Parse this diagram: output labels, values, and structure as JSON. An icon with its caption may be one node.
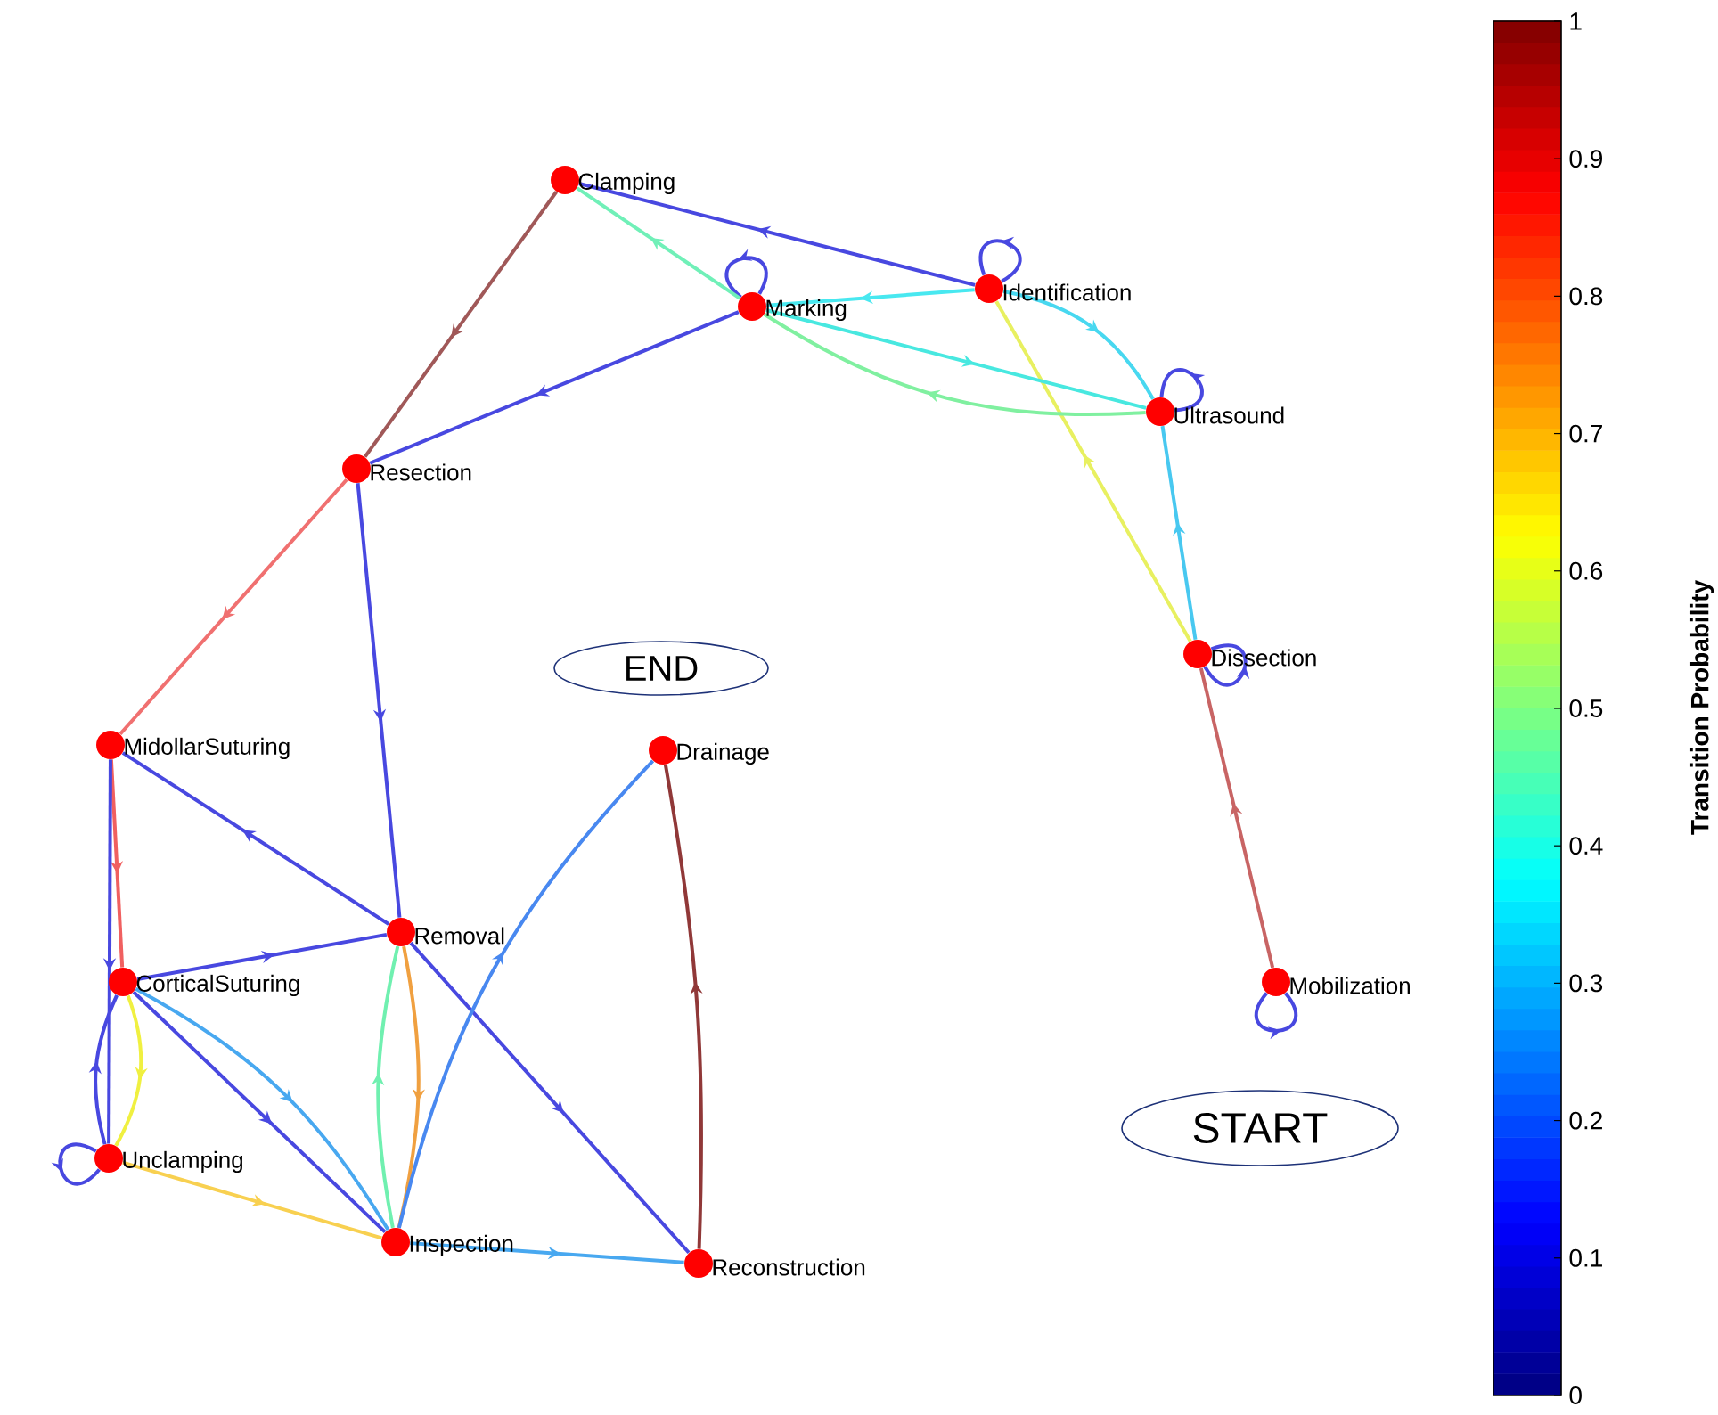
{
  "diagram": {
    "nodes": [
      {
        "text": [
          "Clamping"
        ]
      },
      {
        "text": [
          "Marking"
        ]
      },
      {
        "text": [
          "Identification"
        ]
      },
      {
        "text": [
          "Ultrasound"
        ]
      },
      {
        "text": [
          "Resection"
        ]
      },
      {
        "text": [
          "Dissection"
        ]
      },
      {
        "text": [
          "END"
        ]
      },
      {
        "text": [
          "MidollarSuturing"
        ]
      },
      {
        "text": [
          "Drainage"
        ]
      },
      {
        "text": [
          "Removal"
        ]
      },
      {
        "text": [
          "Mobilization"
        ]
      },
      {
        "text": [
          "CorticalSuturing"
        ]
      },
      {
        "text": [
          "START"
        ]
      },
      {
        "text": [
          "Unclamping"
        ]
      },
      {
        "text": [
          "Inspection"
        ]
      },
      {
        "text": [
          "Reconstruction"
        ]
      }
    ],
    "edges": [
      {
        "from": 10,
        "to": 5,
        "arrow": "to",
        "color": "#c86464"
      },
      {
        "from": 10,
        "to": 10,
        "arrow": "to"
      },
      {
        "from": 5,
        "to": 5,
        "arrow": "to"
      },
      {
        "from": 5,
        "to": 3,
        "arrow": "to",
        "color": "#48c8f0"
      },
      {
        "from": 5,
        "to": 2,
        "arrow": "to",
        "color": "#e8f060"
      },
      {
        "from": 3,
        "to": 3,
        "arrow": "to"
      },
      {
        "from": 2,
        "to": 2,
        "arrow": "to"
      },
      {
        "from": 2,
        "to": 3,
        "arrow": "to",
        "color": "#48d8f0"
      },
      {
        "from": 1,
        "to": 3,
        "arrow": "to",
        "color": "#48e8e0"
      },
      {
        "from": 3,
        "to": 1,
        "arrow": "to",
        "color": "#80f0a0"
      },
      {
        "from": 2,
        "to": 1,
        "arrow": "to",
        "color": "#48e8f0"
      },
      {
        "from": 1,
        "to": 1,
        "arrow": "to"
      },
      {
        "from": 1,
        "to": 0,
        "arrow": "to",
        "color": "#70f0b8"
      },
      {
        "from": 2,
        "to": 0,
        "arrow": "to"
      },
      {
        "from": 1,
        "to": 4,
        "arrow": "to"
      },
      {
        "from": 0,
        "to": 4,
        "arrow": "to",
        "color": "#a05858"
      },
      {
        "from": 4,
        "to": 7,
        "arrow": "to",
        "color": "#f07070"
      },
      {
        "from": 4,
        "to": 9,
        "arrow": "to"
      },
      {
        "from": 7,
        "to": 11,
        "arrow": "to",
        "color": "#f06060"
      },
      {
        "from": 7,
        "to": 13,
        "arrow": "to"
      },
      {
        "from": 9,
        "to": 7,
        "arrow": "to"
      },
      {
        "from": 11,
        "to": 9,
        "arrow": "to"
      },
      {
        "from": 11,
        "to": 13,
        "arrow": "to",
        "color": "#f0f040"
      },
      {
        "from": 13,
        "to": 11,
        "arrow": "to"
      },
      {
        "from": 13,
        "to": 13,
        "arrow": "to"
      },
      {
        "from": 11,
        "to": 14,
        "arrow": "to"
      },
      {
        "from": 11,
        "to": 14,
        "arrow": "to",
        "color": "#48a8f0"
      },
      {
        "from": 13,
        "to": 14,
        "arrow": "to",
        "color": "#f8d050"
      },
      {
        "from": 9,
        "to": 14,
        "arrow": "to",
        "color": "#f0a040"
      },
      {
        "from": 14,
        "to": 9,
        "arrow": "to",
        "color": "#70f0b0"
      },
      {
        "from": 9,
        "to": 15,
        "arrow": "to"
      },
      {
        "from": 14,
        "to": 8,
        "arrow": "to",
        "color": "#4888f0"
      },
      {
        "from": 14,
        "to": 15,
        "arrow": "to",
        "color": "#48a8f0"
      },
      {
        "from": 15,
        "to": 8,
        "arrow": "to",
        "color": "#903838"
      }
    ],
    "labels": [
      "1",
      "0.9",
      "0.8",
      "0.7",
      "0.6",
      "0.5",
      "0.4",
      "0.3",
      "0.2",
      "0.1",
      "0",
      "Transition Probability"
    ]
  }
}
